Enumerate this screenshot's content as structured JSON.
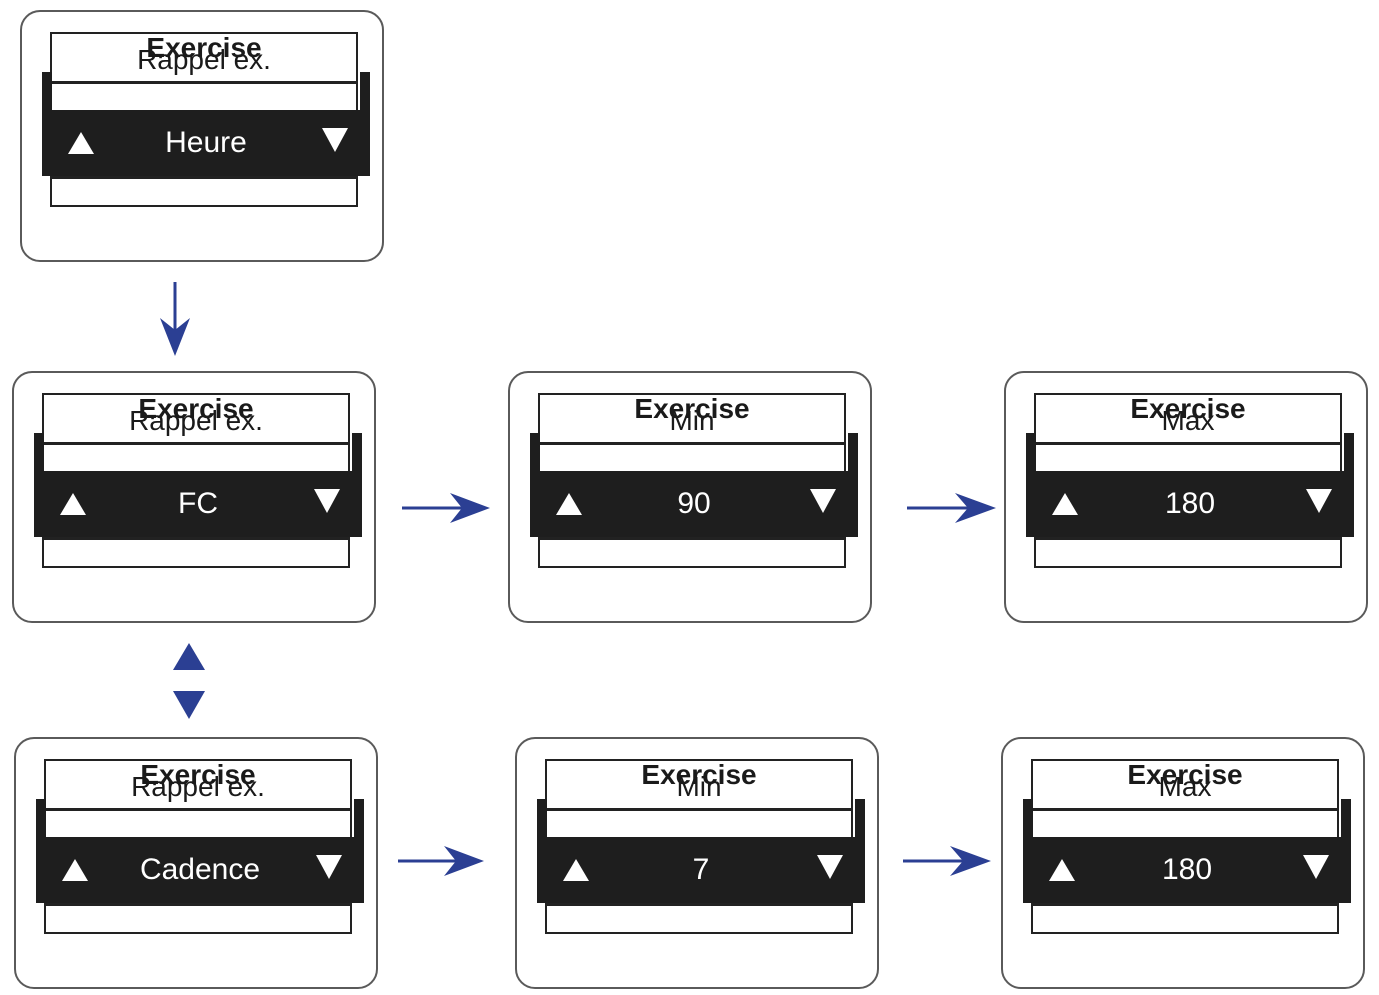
{
  "colors": {
    "arrow": "#2b3f93",
    "bar": "#1e1e1e",
    "outline": "#5a5a5a"
  },
  "panels": [
    {
      "id": "heure",
      "title": "Exercise",
      "subtitle": "Rappel ex.",
      "value": "Heure"
    },
    {
      "id": "fc",
      "title": "Exercise",
      "subtitle": "Rappel ex.",
      "value": "FC"
    },
    {
      "id": "fc-min",
      "title": "Exercise",
      "subtitle": "Min",
      "value": "90"
    },
    {
      "id": "fc-max",
      "title": "Exercise",
      "subtitle": "Max",
      "value": "180"
    },
    {
      "id": "cadence",
      "title": "Exercise",
      "subtitle": "Rappel ex.",
      "value": "Cadence"
    },
    {
      "id": "cadence-min",
      "title": "Exercise",
      "subtitle": "Min",
      "value": "7"
    },
    {
      "id": "cadence-max",
      "title": "Exercise",
      "subtitle": "Max",
      "value": "180"
    }
  ],
  "icons": {
    "scroll_up": "triangle-up-icon",
    "scroll_down": "triangle-down-icon",
    "flow_arrow": "arrow-icon"
  }
}
